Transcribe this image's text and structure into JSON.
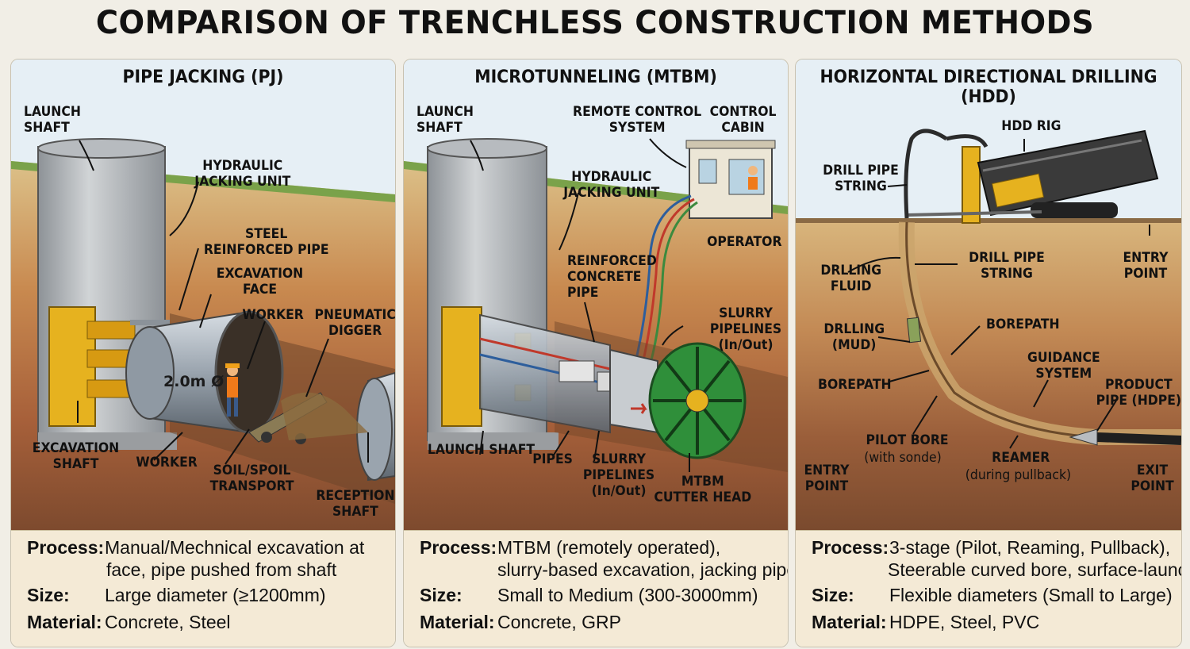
{
  "title": "COMPARISON OF TRENCHLESS CONSTRUCTION METHODS",
  "panels": {
    "pj": {
      "title": "PIPE JACKING (PJ)",
      "labels": {
        "launch_shaft": "LAUNCH\nSHAFT",
        "hydraulic": "HYDRAULIC\nJACKING UNIT",
        "steel_pipe": "STEEL\nREINFORCED PIPE",
        "excavation_face": "EXCAVATION\nFACE",
        "worker_top": "WORKER",
        "pneumatic": "PNEUMATIC\nDIGGER",
        "diameter": "2.0m Ø",
        "excavation_shaft": "EXCAVATION\nSHAFT",
        "worker_bottom": "WORKER",
        "soil": "SOIL/SPOIL\nTRANSPORT",
        "reception": "RECEPTION\nSHAFT"
      },
      "info": {
        "process_key": "Process:",
        "process_val": "Manual/Mechnical excavation at",
        "process_val2": "face, pipe pushed from shaft",
        "size_key": "Size:",
        "size_val": "Large diameter (≥1200mm)",
        "material_key": "Material:",
        "material_val": "Concrete, Steel"
      }
    },
    "mtbm": {
      "title": "MICROTUNNELING (MTBM)",
      "labels": {
        "launch_shaft": "LAUNCH\nSHAFT",
        "remote": "REMOTE CONTROL\nSYSTEM",
        "cabin": "CONTROL\nCABIN",
        "hydraulic": "HYDRAULIC\nJACKING UNIT",
        "operator": "OPERATOR",
        "concrete_pipe": "REINFORCED\nCONCRETE\nPIPE",
        "slurry_right": "SLURRY\nPIPELINES\n(In/Out)",
        "launch_bottom": "LAUNCH SHAFT",
        "pipes": "PIPES",
        "slurry_bottom": "SLURRY\nPIPELINES\n(In/Out)",
        "cutter": "MTBM\nCUTTER HEAD"
      },
      "info": {
        "process_key": "Process:",
        "process_val": "MTBM (remotely operated),",
        "process_val2": "slurry-based excavation, jacking pipe",
        "size_key": "Size:",
        "size_val": "Small to Medium (300-3000mm)",
        "material_key": "Material:",
        "material_val": "Concrete, GRP"
      }
    },
    "hdd": {
      "title": "HORIZONTAL DIRECTIONAL DRILLING (HDD)",
      "labels": {
        "rig": "HDD RIG",
        "drill_string_top": "DRILL PIPE\nSTRING",
        "drilling_fluid": "DRLLING\nFLUID",
        "drill_string_mid": "DRILL PIPE\nSTRING",
        "entry_right": "ENTRY\nPOINT",
        "drilling_mud": "DRLLING\n(MUD)",
        "borepath_top": "BOREPATH",
        "guidance": "GUIDANCE\nSYSTEM",
        "borepath_left": "BOREPATH",
        "product_pipe": "PRODUCT\nPIPE (HDPE)",
        "pilot": "PILOT BORE",
        "pilot_sub": "(with sonde)",
        "reamer": "REAMER",
        "reamer_sub": "(during pullback)",
        "entry_left": "ENTRY\nPOINT",
        "exit": "EXIT\nPOINT"
      },
      "info": {
        "process_key": "Process:",
        "process_val": "3-stage (Pilot, Reaming, Pullback),",
        "process_val2": "Steerable curved bore, surface-launched",
        "size_key": "Size:",
        "size_val": "Flexible diameters (Small to Large)",
        "material_key": "Material:",
        "material_val": "HDPE, Steel, PVC"
      }
    }
  },
  "colors": {
    "sky": "#e6f0f6",
    "topsoil": "#d8b97f",
    "midsoil": "#c98a55",
    "deepsoil": "#a55f3a",
    "jack_yellow": "#e6b21f",
    "pipe_grey": "#a9b2bb",
    "cutter_green": "#2f8f3a",
    "info_bg": "#f4ead6"
  }
}
